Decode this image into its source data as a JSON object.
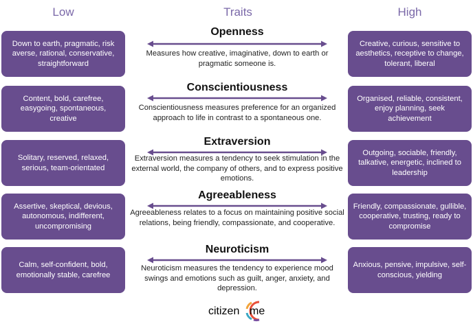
{
  "headers": {
    "low": "Low",
    "traits": "Traits",
    "high": "High"
  },
  "colors": {
    "box": "#684d8e",
    "header": "#7a68a8",
    "arrow": "#684d8e"
  },
  "traits": [
    {
      "name": "Openness",
      "description": "Measures how creative, imaginative, down to earth or pragmatic someone is.",
      "low": "Down to earth, pragmatic, risk averse, rational, conservative, straightforward",
      "high": "Creative, curious, sensitive to aesthetics, receptive to change, tolerant, liberal"
    },
    {
      "name": "Conscientiousness",
      "description": "Conscientiousness measures preference for an organized approach to life in contrast to a spontaneous one.",
      "low": "Content, bold, carefree, easygoing, spontaneous, creative",
      "high": "Organised, reliable, consistent, enjoy planning, seek achievement"
    },
    {
      "name": "Extraversion",
      "description": "Extraversion measures a tendency to seek stimulation in the external world, the company of others, and to express positive emotions.",
      "low": "Solitary, reserved, relaxed, serious, team-orientated",
      "high": "Outgoing, sociable, friendly, talkative, energetic, inclined to leadership"
    },
    {
      "name": "Agreeableness",
      "description": "Agreeableness relates to a focus on maintaining positive social relations, being friendly, compassionate, and cooperative.",
      "low": "Assertive, skeptical, devious, autonomous, indifferent, uncompromising",
      "high": "Friendly, compassionate, gullible, cooperative, trusting, ready to compromise"
    },
    {
      "name": "Neuroticism",
      "description": "Neuroticism measures the tendency to experience mood swings and emotions such as guilt, anger, anxiety, and depression.",
      "low": "Calm, self-confident, bold, emotionally stable, carefree",
      "high": "Anxious, pensive, impulsive, self-conscious, yielding"
    }
  ],
  "logo": {
    "text_a": "citizen",
    "text_b": "me"
  }
}
